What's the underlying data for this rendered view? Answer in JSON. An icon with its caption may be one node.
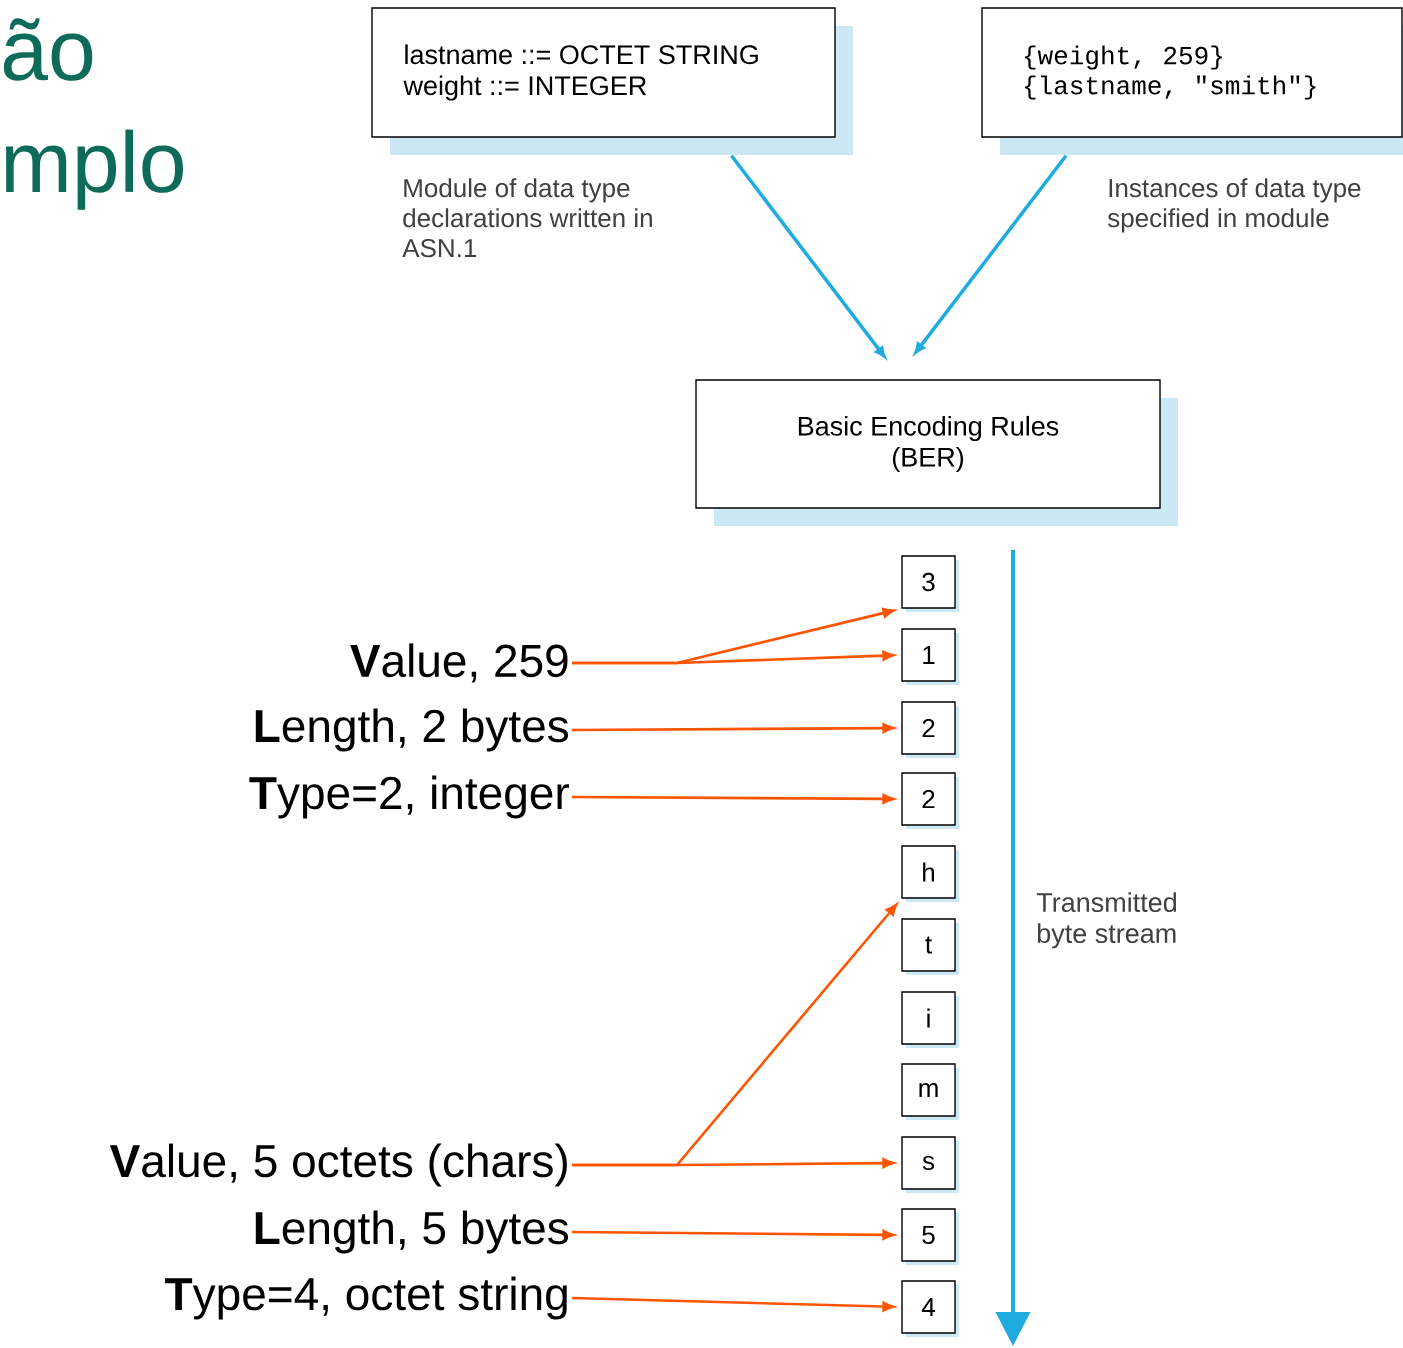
{
  "diagram": {
    "title": "ão mplo",
    "nodes": [
      {
        "text": [
          "lastname ::= OCTET STRING weight ::= INTEGER"
        ],
        "beside": [
          "Module of data type declarations written in ASN.1"
        ]
      },
      {
        "text": [
          "{weight, 259} {lastname, \"smith\"}"
        ],
        "beside": [
          "Instances of data type specified in module"
        ]
      },
      {
        "text": [
          "Basic Encoding Rules (BER)"
        ]
      },
      {
        "text": [
          "3"
        ]
      },
      {
        "text": [
          "1"
        ]
      },
      {
        "text": [
          "2"
        ]
      },
      {
        "text": [
          "2"
        ]
      },
      {
        "text": [
          "h"
        ]
      },
      {
        "text": [
          "t"
        ]
      },
      {
        "text": [
          "i"
        ]
      },
      {
        "text": [
          "m"
        ]
      },
      {
        "text": [
          "s"
        ]
      },
      {
        "text": [
          "5"
        ]
      },
      {
        "text": [
          "4"
        ]
      },
      {
        "text": [
          "**V**alue, 259"
        ]
      },
      {
        "text": [
          "**L**ength, 2 bytes"
        ]
      },
      {
        "text": [
          "**T**ype=2, integer"
        ]
      },
      {
        "text": [
          "**V**alue, 5 octets (chars)"
        ]
      },
      {
        "text": [
          "**L**ength, 5 bytes"
        ]
      },
      {
        "text": [
          "**T**ype=4, octet string"
        ]
      }
    ],
    "edges": [
      {
        "from": 0,
        "to": 2,
        "arrow": "to",
        "color": "#1ea6e0"
      },
      {
        "from": 1,
        "to": 2,
        "arrow": "to",
        "color": "#1ea6e0"
      },
      {
        "from": 14,
        "to": 3,
        "arrow": "to"
      },
      {
        "from": 14,
        "to": 4,
        "arrow": "to"
      },
      {
        "from": 15,
        "to": 5,
        "arrow": "to"
      },
      {
        "from": 16,
        "to": 6,
        "arrow": "to"
      },
      {
        "from": 17,
        "to": 7,
        "arrow": "to"
      },
      {
        "from": 17,
        "to": 11,
        "arrow": "to"
      },
      {
        "from": 18,
        "to": 12,
        "arrow": "to"
      },
      {
        "from": 19,
        "to": 13,
        "arrow": "to"
      }
    ],
    "labels": [
      "Transmitted byte stream"
    ]
  }
}
